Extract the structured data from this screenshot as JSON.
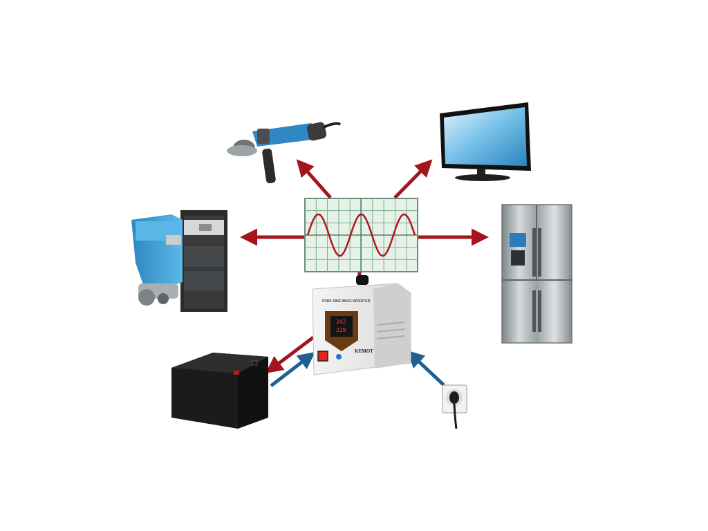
{
  "inverter": {
    "top_label": "PURE SINE WAVE INVERTER",
    "brand": "KEMOT",
    "display_top": "242",
    "display_bottom": "229"
  },
  "oscilloscope": {
    "waveform": "sine"
  },
  "colors": {
    "output_arrow": "#a3141c",
    "input_arrow": "#1f5f91",
    "scope_bg": "#e6f2e7",
    "scope_grid": "#79ad95",
    "sine": "#b0151c",
    "boiler": "#3fa0d6",
    "battery": "#1b1b1b"
  },
  "flows": {
    "outputs": [
      "angle-grinder",
      "television",
      "boiler",
      "refrigerator",
      "battery"
    ],
    "inputs": [
      "battery",
      "wall-socket"
    ]
  }
}
